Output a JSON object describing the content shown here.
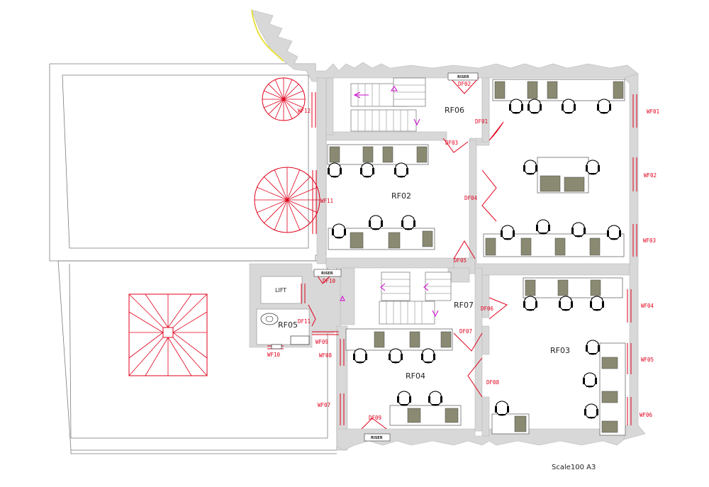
{
  "rooms": {
    "rf02": "RF02",
    "rf03": "RF03",
    "rf04": "RF04",
    "rf05": "RF05",
    "rf06": "RF06",
    "rf07": "RF07"
  },
  "windows": {
    "wf01": "WF01",
    "wf02": "WF02",
    "wf03": "WF03",
    "wf04": "WF04",
    "wf05": "WF05",
    "wf06": "WF06",
    "wf07": "WF07",
    "wf08": "WF08",
    "wf09": "WF09",
    "wf10": "WF10",
    "wf11": "WF11",
    "wf12": "WF12"
  },
  "doors": {
    "df01": "DF01",
    "df02": "DF02",
    "df03": "DF03",
    "df04": "DF04",
    "df05": "DF05",
    "df06": "DF06",
    "df07": "DF07",
    "df08": "DF08",
    "df09": "DF09",
    "df10": "DF10",
    "df11": "DF11"
  },
  "fixtures": {
    "lift": "LIFT",
    "riser": "RISER"
  },
  "scale_note": "Scale100 A3",
  "colors": {
    "annotation": "#e0001b",
    "wall": "#d8d8d8",
    "monitor": "#8a8a72",
    "stair_arrow": "#d000d0",
    "edge_highlight": "#e8e040"
  }
}
